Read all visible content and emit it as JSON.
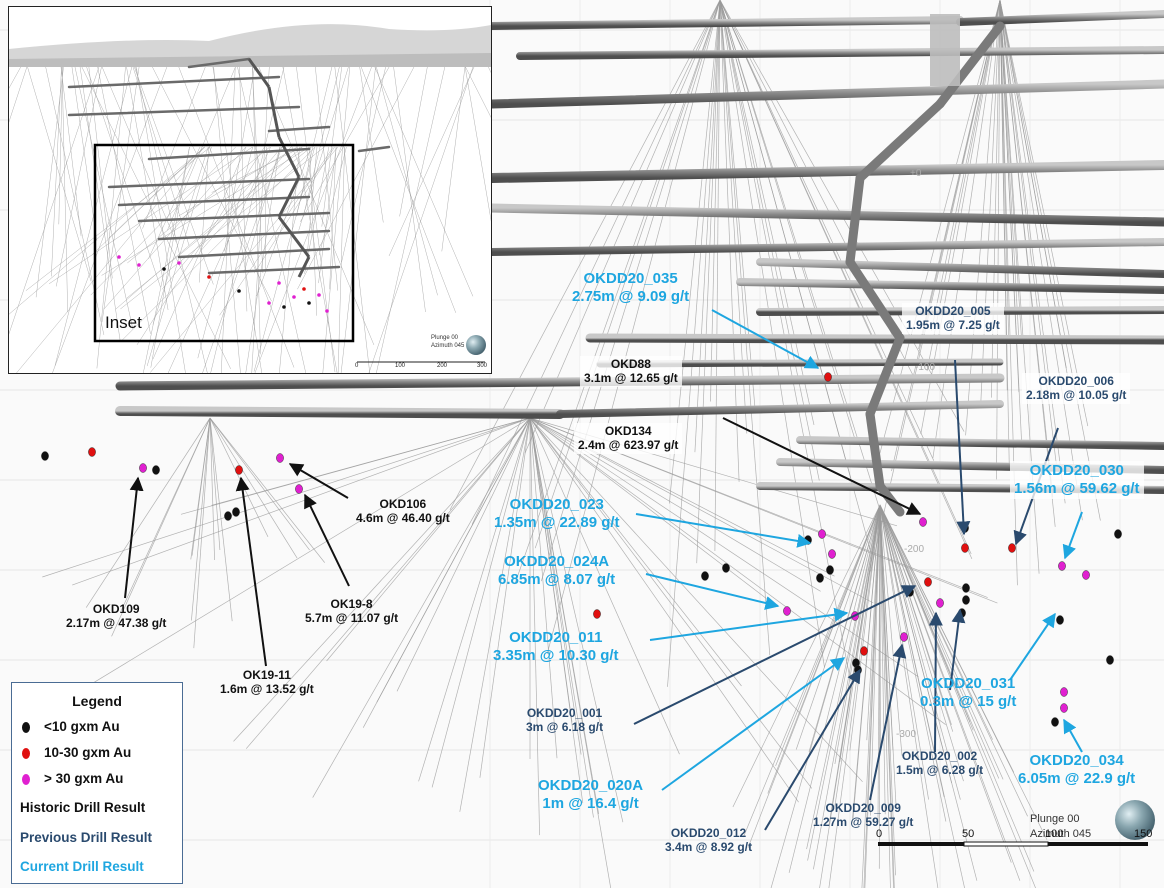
{
  "drill_results": [
    {
      "hole": "OKDD20_035",
      "intercept": "2.75m @ 9.09 g/t",
      "category": "current"
    },
    {
      "hole": "OKDD20_005",
      "intercept": "1.95m @ 7.25 g/t",
      "category": "previous"
    },
    {
      "hole": "OKD88",
      "intercept": "3.1m @ 12.65 g/t",
      "category": "historic"
    },
    {
      "hole": "OKDD20_006",
      "intercept": "2.18m @ 10.05 g/t",
      "category": "previous"
    },
    {
      "hole": "OKD134",
      "intercept": "2.4m @ 623.97 g/t",
      "category": "historic"
    },
    {
      "hole": "OKDD20_030",
      "intercept": "1.56m @ 59.62 g/t",
      "category": "current"
    },
    {
      "hole": "OKDD20_023",
      "intercept": "1.35m @ 22.89 g/t",
      "category": "current"
    },
    {
      "hole": "OKD106",
      "intercept": "4.6m @ 46.40 g/t",
      "category": "historic"
    },
    {
      "hole": "OKDD20_024A",
      "intercept": "6.85m @ 8.07 g/t",
      "category": "current"
    },
    {
      "hole": "OKD109",
      "intercept": "2.17m @ 47.38 g/t",
      "category": "historic"
    },
    {
      "hole": "OK19-8",
      "intercept": "5.7m @ 11.07 g/t",
      "category": "historic"
    },
    {
      "hole": "OKDD20_011",
      "intercept": "3.35m @ 10.30 g/t",
      "category": "current"
    },
    {
      "hole": "OK19-11",
      "intercept": "1.6m @ 13.52 g/t",
      "category": "historic"
    },
    {
      "hole": "OKDD20_031",
      "intercept": "0.3m @ 15 g/t",
      "category": "current"
    },
    {
      "hole": "OKDD20_001",
      "intercept": "3m @ 6.18 g/t",
      "category": "previous"
    },
    {
      "hole": "OKDD20_002",
      "intercept": "1.5m @ 6.28 g/t",
      "category": "previous"
    },
    {
      "hole": "OKDD20_034",
      "intercept": "6.05m @ 22.9 g/t",
      "category": "current"
    },
    {
      "hole": "OKDD20_020A",
      "intercept": "1m @ 16.4 g/t",
      "category": "current"
    },
    {
      "hole": "OKDD20_009",
      "intercept": "1.27m @ 59.27 g/t",
      "category": "previous"
    },
    {
      "hole": "OKDD20_012",
      "intercept": "3.4m @ 8.92 g/t",
      "category": "previous"
    }
  ],
  "legend": {
    "title": "Legend",
    "grades": [
      {
        "label": "<10 gxm Au",
        "color": "#111111"
      },
      {
        "label": "10-30 gxm Au",
        "color": "#e01010"
      },
      {
        "label": "> 30 gxm Au",
        "color": "#e020d0"
      }
    ],
    "categories": [
      {
        "label": "Historic Drill Result",
        "color": "#111111"
      },
      {
        "label": "Previous  Drill Result",
        "color": "#2a4a6e"
      },
      {
        "label": "Current  Drill Result",
        "color": "#1ea6e0"
      }
    ]
  },
  "inset": {
    "label": "Inset",
    "plunge": "Plunge 00",
    "azimuth": "Azimuth 045",
    "scale_ticks": [
      "0",
      "100",
      "200",
      "300"
    ]
  },
  "view": {
    "plunge": "Plunge 00",
    "azimuth": "Azimuth 045",
    "scale_ticks": [
      "0",
      "50",
      "100",
      "150"
    ]
  },
  "elevation_marks": [
    "+0",
    "-100",
    "-200",
    "-300"
  ],
  "colors": {
    "historic": "#111111",
    "previous": "#2a4a6e",
    "current": "#1ea6e0",
    "level_drive": "#8e8e8e"
  }
}
